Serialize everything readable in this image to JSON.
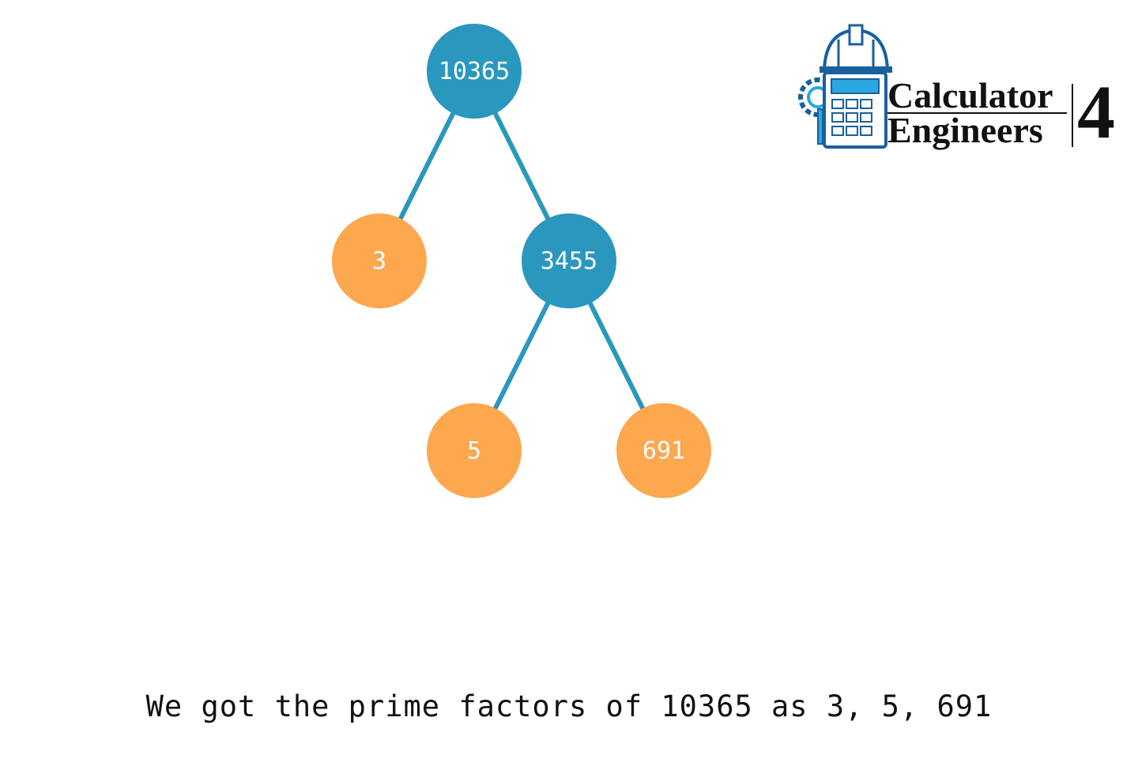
{
  "colors": {
    "composite": "#2a97bf",
    "prime": "#fda74f",
    "edge": "#2a97bf",
    "logo_blue": "#1a5f9e",
    "logo_light": "#2aa7e0"
  },
  "tree": {
    "nodes": [
      {
        "id": "n10365",
        "label": "10365",
        "kind": "composite"
      },
      {
        "id": "n3",
        "label": "3",
        "kind": "prime"
      },
      {
        "id": "n3455",
        "label": "3455",
        "kind": "composite"
      },
      {
        "id": "n5",
        "label": "5",
        "kind": "prime"
      },
      {
        "id": "n691",
        "label": "691",
        "kind": "prime"
      }
    ],
    "edges": [
      [
        "n10365",
        "n3"
      ],
      [
        "n10365",
        "n3455"
      ],
      [
        "n3455",
        "n5"
      ],
      [
        "n3455",
        "n691"
      ]
    ]
  },
  "caption": "We got the prime factors of 10365 as 3, 5, 691",
  "logo": {
    "line1": "Calculator",
    "line2": "Engineers",
    "number": "4",
    "icon": "calculator-hardhat-gear-icon"
  }
}
